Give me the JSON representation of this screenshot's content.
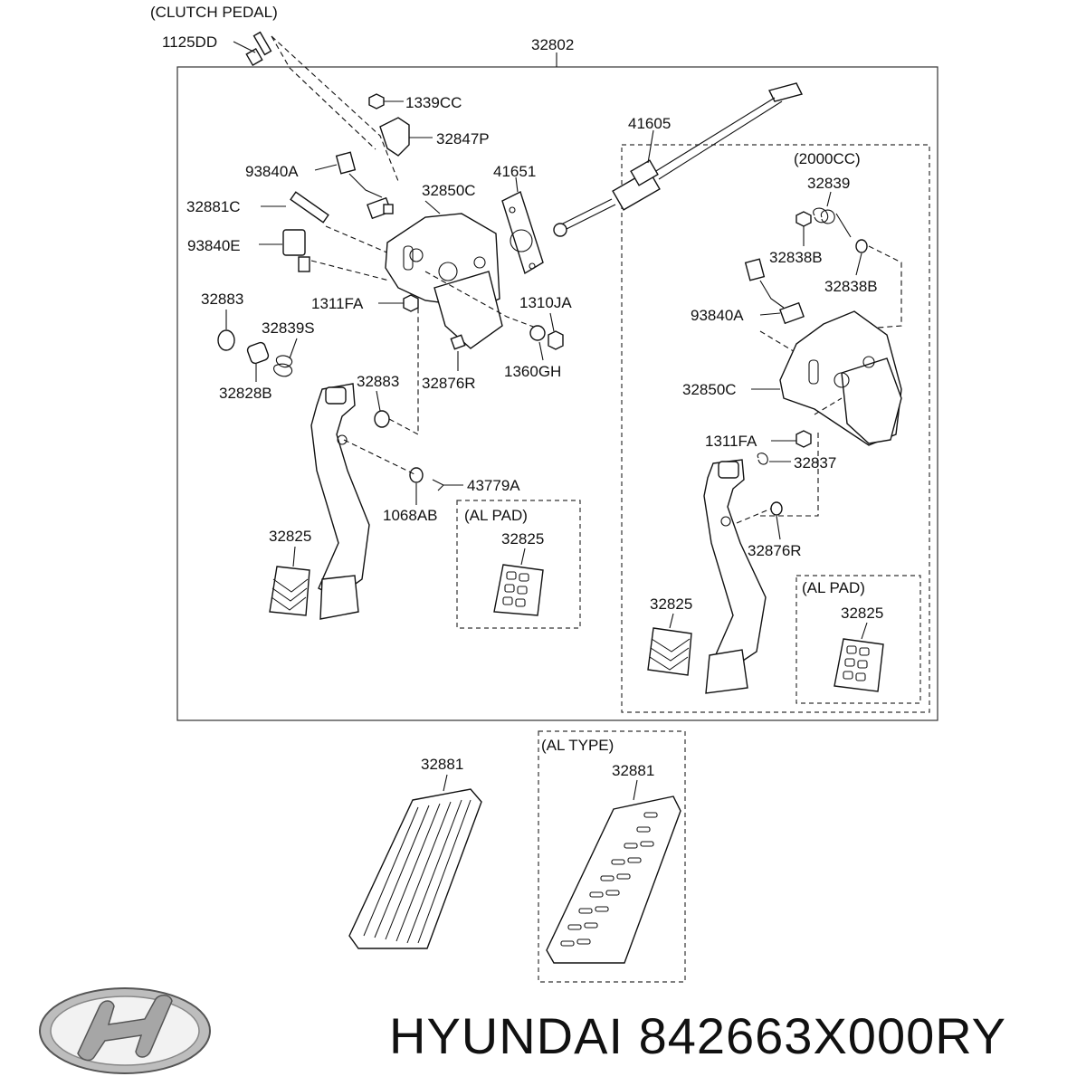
{
  "callouts": {
    "clutch_pedal_note": "(CLUTCH PEDAL)",
    "assembly": "32802",
    "bolt": "1125DD",
    "nut_top": "1339CC",
    "bracket_top": "32847P",
    "clutch_cylinder": "41605",
    "gasket": "41651",
    "bracket_main": "32850C",
    "switch_a": "93840A",
    "stopper": "32881C",
    "switch_e": "93840E",
    "bushing_1": "32883",
    "nut_1311": "1311FA",
    "nut_1310": "1310JA",
    "spring": "32839S",
    "bushing_2": "32828B",
    "bushing_3": "32883",
    "stopper_r": "32876R",
    "nut_1360": "1360GH",
    "clip": "43779A",
    "washer": "1068AB",
    "pad_left": "32825",
    "al_pad_note_left": "(AL PAD)",
    "al_pad_left": "32825",
    "variant_note": "(2000CC)",
    "spring_right": "32839",
    "bushing_r1": "32838B",
    "bushing_r2": "32838B",
    "switch_a_right": "93840A",
    "bracket_right": "32850C",
    "nut_right": "1311FA",
    "spring_r": "32837",
    "stopper_right": "32876R",
    "pad_right": "32825",
    "al_pad_note_right": "(AL PAD)",
    "al_pad_right": "32825",
    "accel_pad": "32881",
    "al_type_note": "(AL TYPE)",
    "accel_pad_al": "32881"
  },
  "brand": {
    "caption": "HYUNDAI 842663X000RY"
  }
}
